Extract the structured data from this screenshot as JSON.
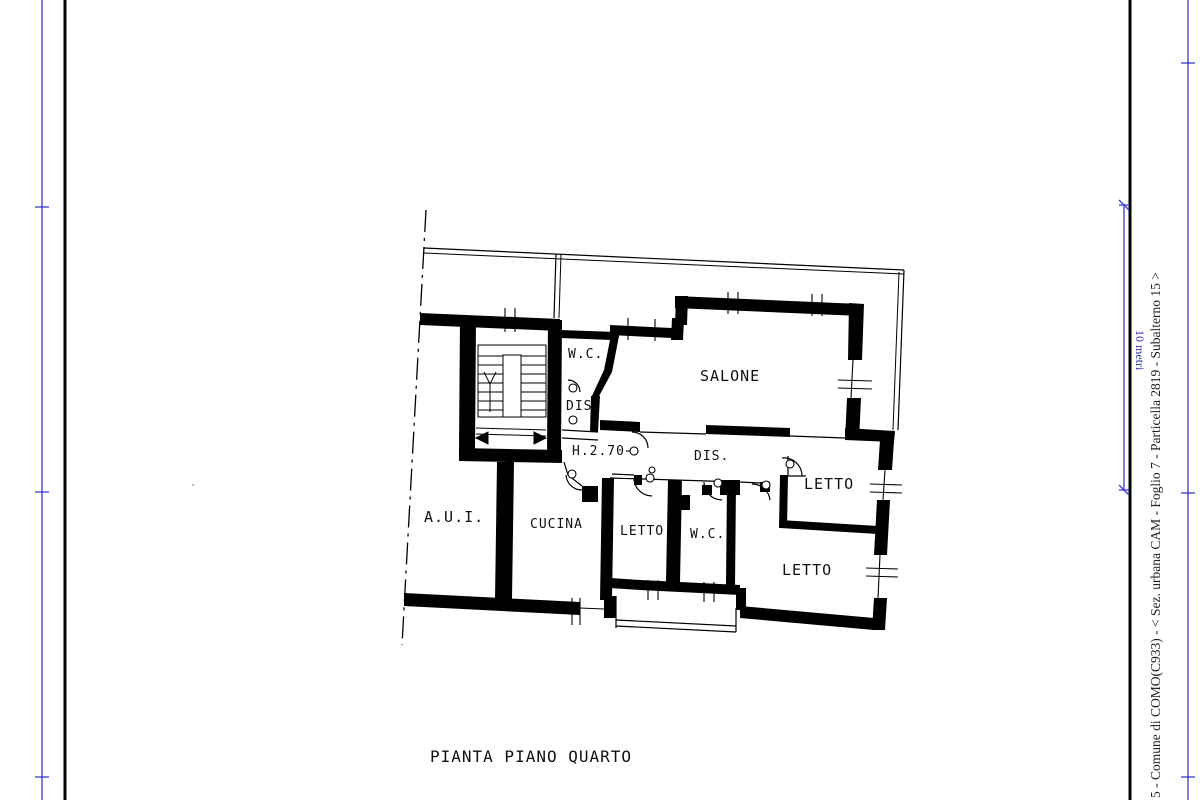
{
  "rooms": {
    "wc_top": "W.C.",
    "dis_small": "DIS.",
    "salone": "SALONE",
    "height": "H.2.70",
    "dis": "DIS.",
    "letto_right": "LETTO",
    "aui": "A.U.I.",
    "cucina": "CUCINA",
    "letto_mid": "LETTO",
    "wc_mid": "W.C.",
    "letto_big": "LETTO"
  },
  "caption": "PIANTA PIANO QUARTO",
  "margin": {
    "cadastral": "5 - Comune di COMO(C933) - < Sez. urbana CAM - Foglio 7 - Particella 2819 - Subalterno 15 >",
    "scale": "10 metri"
  },
  "colors": {
    "ink": "#000000",
    "guide": "#3b3bd0",
    "paper": "#ffffff"
  }
}
